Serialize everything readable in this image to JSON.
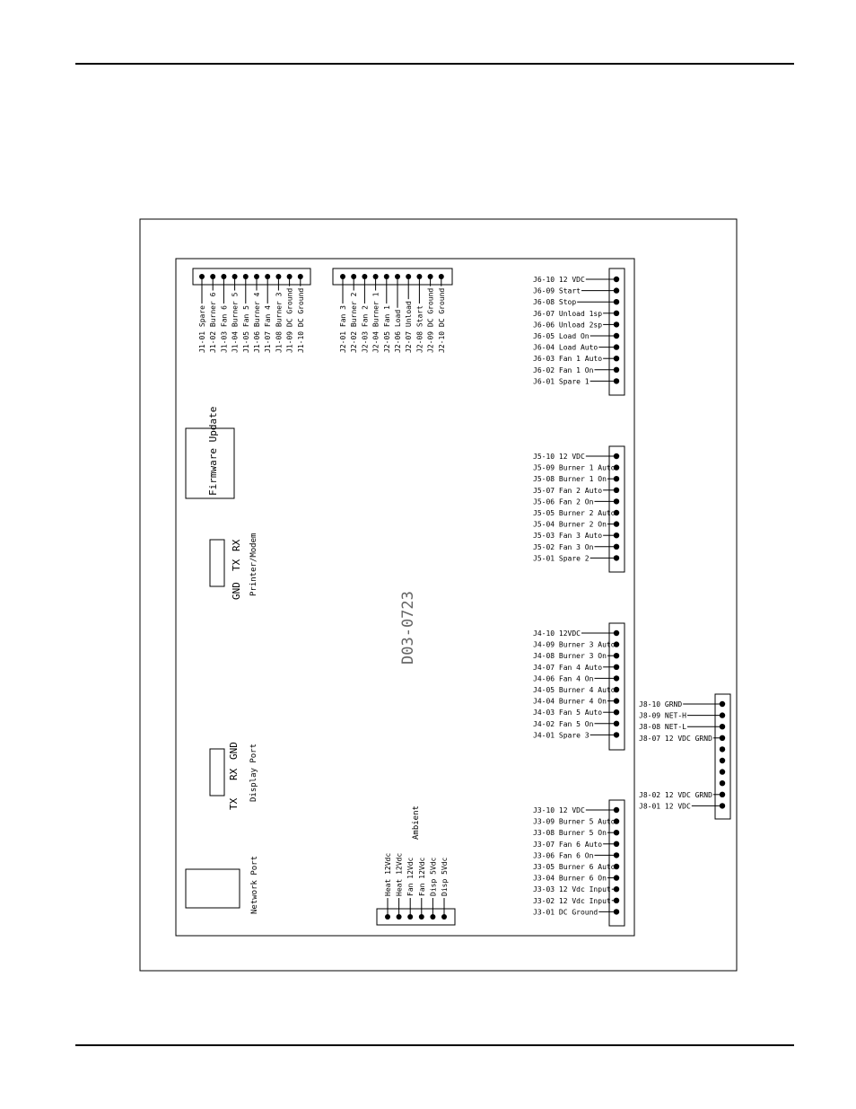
{
  "board_id": "D03-0723",
  "firmware_label": "Firmware Update",
  "printer_port": {
    "pins": [
      "GND",
      "TX",
      "RX"
    ],
    "label": "Printer/Modem"
  },
  "display_port": {
    "pins": [
      "TX",
      "RX",
      "GND"
    ],
    "label": "Display Port"
  },
  "network_port": {
    "label": "Network Port"
  },
  "ambient": {
    "label": "Ambient",
    "pins": [
      "Heat 12Vdc",
      "Heat 12Vdc",
      "Fan 12Vdc",
      "Fan 12Vdc",
      "Disp 5Vdc",
      "Disp 5Vdc"
    ]
  },
  "j1": [
    "J1-01 Spare",
    "J1-02 Burner 6",
    "J1-03 Fan 6",
    "J1-04 Burner 5",
    "J1-05 Fan 5",
    "J1-06 Burner 4",
    "J1-07 Fan 4",
    "J1-08 Burner 3",
    "J1-09 DC Ground",
    "J1-10 DC Ground"
  ],
  "j2": [
    "J2-01 Fan 3",
    "J2-02 Burner 2",
    "J2-03 Fan 2",
    "J2-04 Burner 1",
    "J2-05 Fan 1",
    "J2-06 Load",
    "J2-07 Unload",
    "J2-08 Start",
    "J2-09 DC Ground",
    "J2-10 DC Ground"
  ],
  "j6": [
    "J6-10 12 VDC",
    "J6-09 Start",
    "J6-08 Stop",
    "J6-07 Unload 1sp",
    "J6-06 Unload 2sp",
    "J6-05 Load On",
    "J6-04 Load Auto",
    "J6-03 Fan 1 Auto",
    "J6-02 Fan 1 On",
    "J6-01 Spare 1"
  ],
  "j5": [
    "J5-10 12 VDC",
    "J5-09 Burner 1 Auto",
    "J5-08 Burner 1 On",
    "J5-07 Fan 2 Auto",
    "J5-06 Fan 2 On",
    "J5-05 Burner 2 Auto",
    "J5-04 Burner 2 On",
    "J5-03 Fan 3 Auto",
    "J5-02 Fan 3 On",
    "J5-01 Spare 2"
  ],
  "j4": [
    "J4-10 12VDC",
    "J4-09 Burner 3 Auto",
    "J4-08 Burner 3 On",
    "J4-07 Fan 4 Auto",
    "J4-06 Fan 4 On",
    "J4-05 Burner 4 Auto",
    "J4-04 Burner 4 On",
    "J4-03 Fan 5 Auto",
    "J4-02 Fan 5 On",
    "J4-01 Spare 3"
  ],
  "j3": [
    "J3-10 12 VDC",
    "J3-09 Burner 5 Auto",
    "J3-08 Burner 5 On",
    "J3-07 Fan 6 Auto",
    "J3-06 Fan 6 On",
    "J3-05 Burner 6 Auto",
    "J3-04 Burner 6 On",
    "J3-03 12 Vdc Input",
    "J3-02 12 Vdc Input",
    "J3-01 DC Ground"
  ],
  "j8": [
    "J8-10 GRND",
    "J8-09 NET-H",
    "J8-08 NET-L",
    "J8-07 12 VDC GRND",
    "J8-02 12 VDC GRND",
    "J8-01 12 VDC"
  ]
}
